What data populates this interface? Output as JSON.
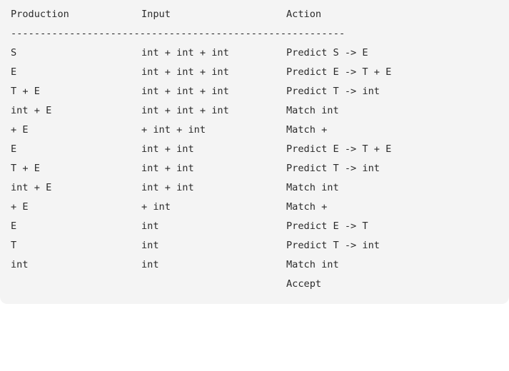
{
  "code_block": {
    "headers": {
      "production": "Production",
      "input": "Input",
      "action": "Action"
    },
    "separator": "---------------------------------------------------------",
    "rows": [
      {
        "production": "S",
        "input": "int + int + int",
        "action": "Predict S -> E"
      },
      {
        "production": "E",
        "input": "int + int + int",
        "action": "Predict E -> T + E"
      },
      {
        "production": "T + E",
        "input": "int + int + int",
        "action": "Predict T -> int"
      },
      {
        "production": "int + E",
        "input": "int + int + int",
        "action": "Match int"
      },
      {
        "production": "+ E",
        "input": "+ int + int",
        "action": "Match +"
      },
      {
        "production": "E",
        "input": "int + int",
        "action": "Predict E -> T + E"
      },
      {
        "production": "T + E",
        "input": "int + int",
        "action": "Predict T -> int"
      },
      {
        "production": "int + E",
        "input": "int + int",
        "action": "Match int"
      },
      {
        "production": "+ E",
        "input": "+ int",
        "action": "Match +"
      },
      {
        "production": "E",
        "input": "int",
        "action": "Predict E -> T"
      },
      {
        "production": "T",
        "input": "int",
        "action": "Predict T -> int"
      },
      {
        "production": "int",
        "input": "int",
        "action": "Match int"
      },
      {
        "production": "",
        "input": "",
        "action": "Accept"
      }
    ]
  }
}
